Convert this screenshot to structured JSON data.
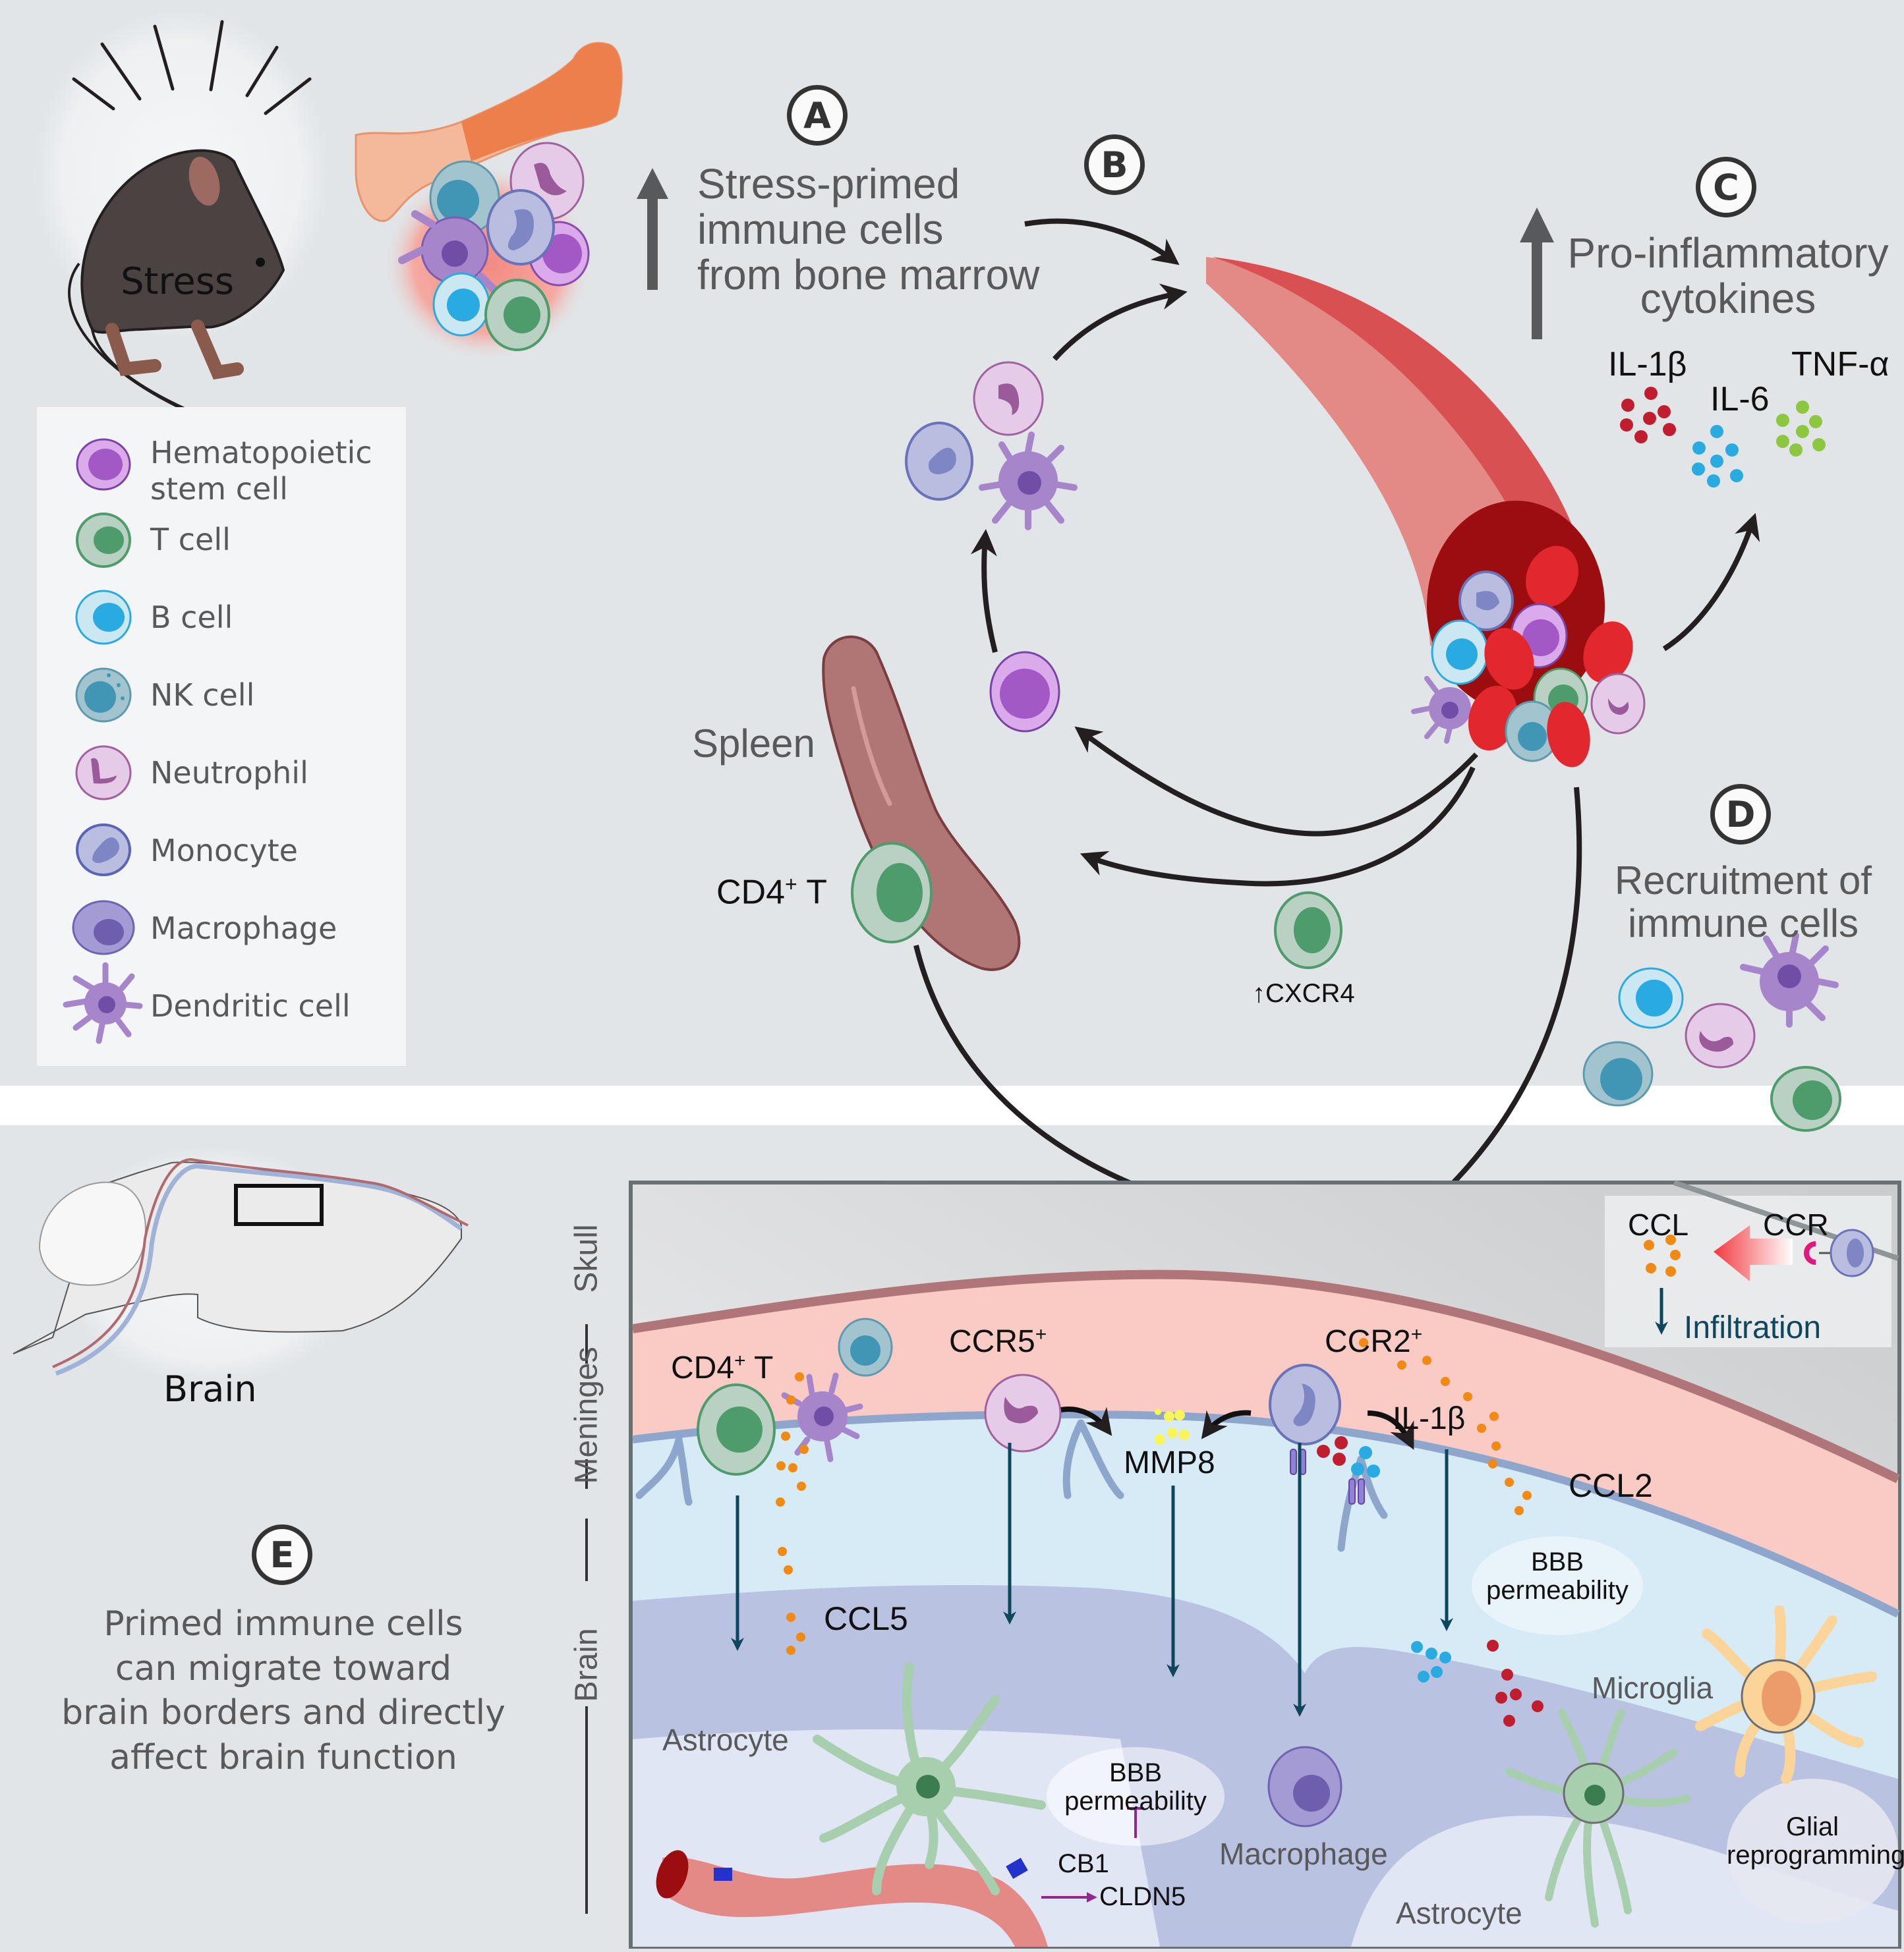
{
  "panels": {
    "A": {
      "badge": "A",
      "text_lines": [
        "Stress-primed",
        "immune cells",
        "from bone marrow"
      ],
      "arrow": "up"
    },
    "B": {
      "badge": "B"
    },
    "C": {
      "badge": "C",
      "text_lines": [
        "Pro-inflammatory",
        "cytokines"
      ],
      "arrow": "up",
      "cytokines": [
        {
          "label": "IL-1β",
          "color": "#c01e2e"
        },
        {
          "label": "IL-6",
          "color": "#29abe2"
        },
        {
          "label": "TNF-α",
          "color": "#8dc63f"
        }
      ]
    },
    "D": {
      "badge": "D",
      "text_lines": [
        "Recruitment of",
        "immune cells"
      ]
    },
    "E": {
      "badge": "E",
      "text_lines": [
        "Primed immune cells",
        "can migrate toward",
        "brain borders and directly",
        "affect brain function"
      ]
    }
  },
  "stress_label": "Stress",
  "brain_label": "Brain",
  "spleen_label": "Spleen",
  "cd4_label": "CD4",
  "cd4_sup": "+",
  "cd4_suffix": " T",
  "cxcr4_label": "↑CXCR4",
  "legend": {
    "items": [
      {
        "label_lines": [
          "Hematopoietic",
          "stem cell"
        ],
        "icon": "hematopoietic-stem-cell-icon"
      },
      {
        "label_lines": [
          "T cell"
        ],
        "icon": "t-cell-icon"
      },
      {
        "label_lines": [
          "B cell"
        ],
        "icon": "b-cell-icon"
      },
      {
        "label_lines": [
          "NK cell"
        ],
        "icon": "nk-cell-icon"
      },
      {
        "label_lines": [
          "Neutrophil"
        ],
        "icon": "neutrophil-icon"
      },
      {
        "label_lines": [
          "Monocyte"
        ],
        "icon": "monocyte-icon"
      },
      {
        "label_lines": [
          "Macrophage"
        ],
        "icon": "macrophage-icon"
      },
      {
        "label_lines": [
          "Dendritic cell"
        ],
        "icon": "dendritic-cell-icon"
      }
    ]
  },
  "brain_box": {
    "layers": [
      "Skull",
      "Meninges",
      "Brain"
    ],
    "inset": {
      "ccl": "CCL",
      "ccr": "CCR",
      "infiltration": "Infiltration"
    },
    "labels": {
      "cd4": "CD4",
      "cd4_sup": "+",
      "cd4_suffix": " T",
      "ccr5": "CCR5",
      "ccr5_sup": "+",
      "ccr2": "CCR2",
      "ccr2_sup": "+",
      "mmp8": "MMP8",
      "il1b": "IL-1β",
      "ccl2": "CCL2",
      "ccl5": "CCL5",
      "bbb1_line1": "BBB",
      "bbb1_line2": "permeability",
      "bbb2_line1": "BBB",
      "bbb2_line2": "permeability",
      "astrocyte1": "Astrocyte",
      "astrocyte2": "Astrocyte",
      "macrophage": "Macrophage",
      "microglia": "Microglia",
      "glial_line1": "Glial",
      "glial_line2": "reprogramming",
      "cb1": "CB1",
      "cldn5": "CLDN5"
    }
  },
  "colors": {
    "background": "#e1e5e8",
    "text_grey": "#58595b",
    "meninges": "#f9cbc4",
    "meninges_border": "#b07579",
    "csf": "#d6ebf6",
    "brain": "#b9c2e0",
    "hsc": "#a259c6",
    "t_cell": "#4e9b6b",
    "b_cell": "#29abe2",
    "nk_cell": "#4195b5",
    "neutrophil": "#a0619e",
    "monocyte": "#7e86c3",
    "dendritic": "#a685cb",
    "rbc": "#e2282e",
    "ccl_dots": "#f08a12",
    "mmp8_dots": "#fbf459",
    "arrow_dark": "#0e465e"
  }
}
